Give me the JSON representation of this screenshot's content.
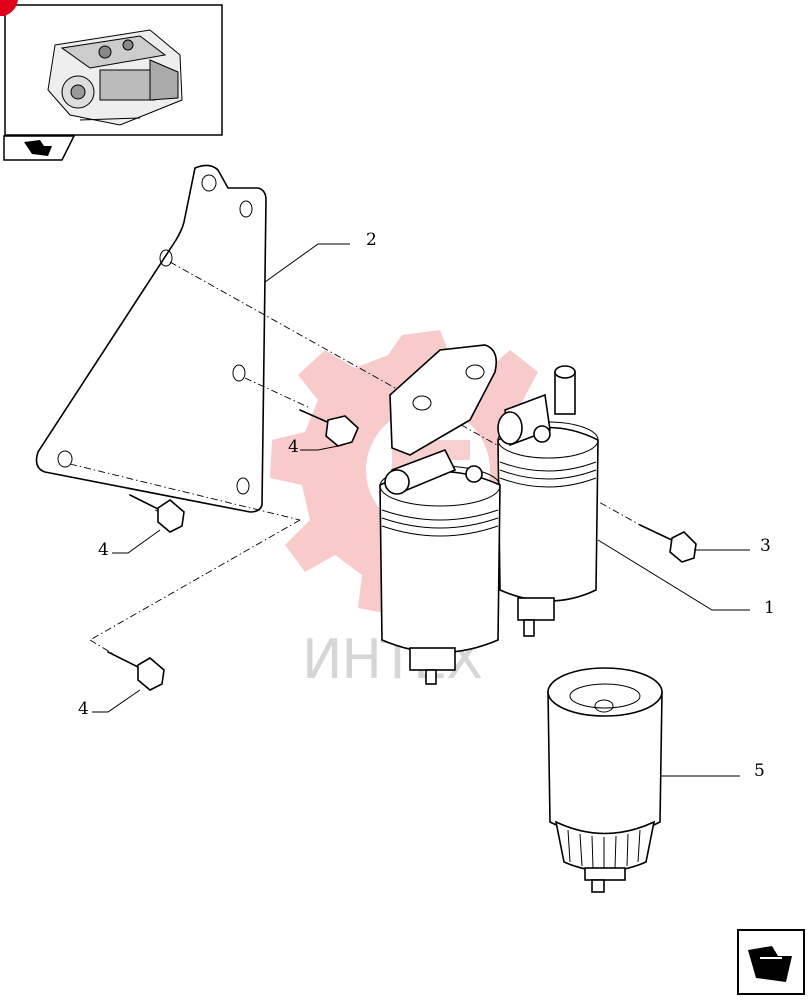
{
  "watermark": {
    "text": "ИНТЕХ",
    "color": "#f2a0a0"
  },
  "callouts": [
    {
      "id": "1",
      "label": "1"
    },
    {
      "id": "2",
      "label": "2"
    },
    {
      "id": "3",
      "label": "3"
    },
    {
      "id": "4a",
      "label": "4"
    },
    {
      "id": "4b",
      "label": "4"
    },
    {
      "id": "4c",
      "label": "4"
    },
    {
      "id": "5",
      "label": "5"
    }
  ],
  "icons": {
    "thumbnail": "engine-thumbnail",
    "thumbnail_tab": "book-arrow-icon",
    "nav": "next-page-arrow-icon"
  },
  "colors": {
    "accent": "#e0001a",
    "line": "#000000"
  }
}
